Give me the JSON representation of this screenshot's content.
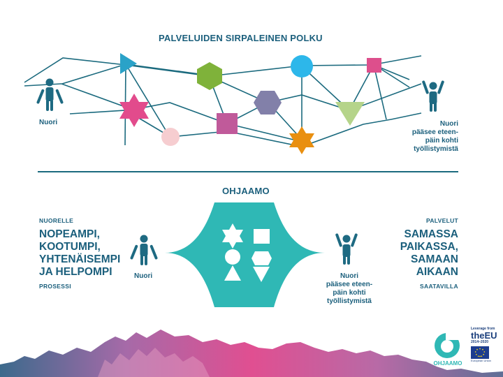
{
  "top": {
    "title": "PALVELUIDEN SIRPALEINEN POLKU",
    "left_person_label": "Nuori",
    "right_person_label": [
      "Nuori",
      "pääsee eteen-",
      "päin kohti",
      "työllistymistä"
    ]
  },
  "bottom": {
    "title": "OHJAAMO",
    "left_heading": "NUORELLE",
    "left_lines": [
      "NOPEAMPI,",
      "KOOTUMPI,",
      "YHTENÄISEMPI",
      "JA HELPOMPI"
    ],
    "left_footer": "PROSESSI",
    "right_heading": "PALVELUT",
    "right_lines": [
      "SAMASSA",
      "PAIKASSA,",
      "SAMAAN",
      "AIKAAN"
    ],
    "right_footer": "SAATAVILLA",
    "left_person_label": "Nuori",
    "right_person_label": [
      "Nuori",
      "pääsee eteen-",
      "päin kohti",
      "työllistymistä"
    ]
  },
  "footer": {
    "brand": "OHJAAMO",
    "eu_small": "Leverage from",
    "eu_big": "theEU",
    "eu_years": "2014–2020",
    "eu_caption": "European Union"
  },
  "colors": {
    "navy": "#1b5f7c",
    "teal": "#2fb8b5",
    "pink": "#e24b8c",
    "green": "#7db03a",
    "blue": "#2cb6e8",
    "purple": "#8380a8",
    "lime": "#b5d38a",
    "orange": "#e8910f",
    "rose": "#c0579a",
    "light_pink": "#f6cdd0"
  }
}
